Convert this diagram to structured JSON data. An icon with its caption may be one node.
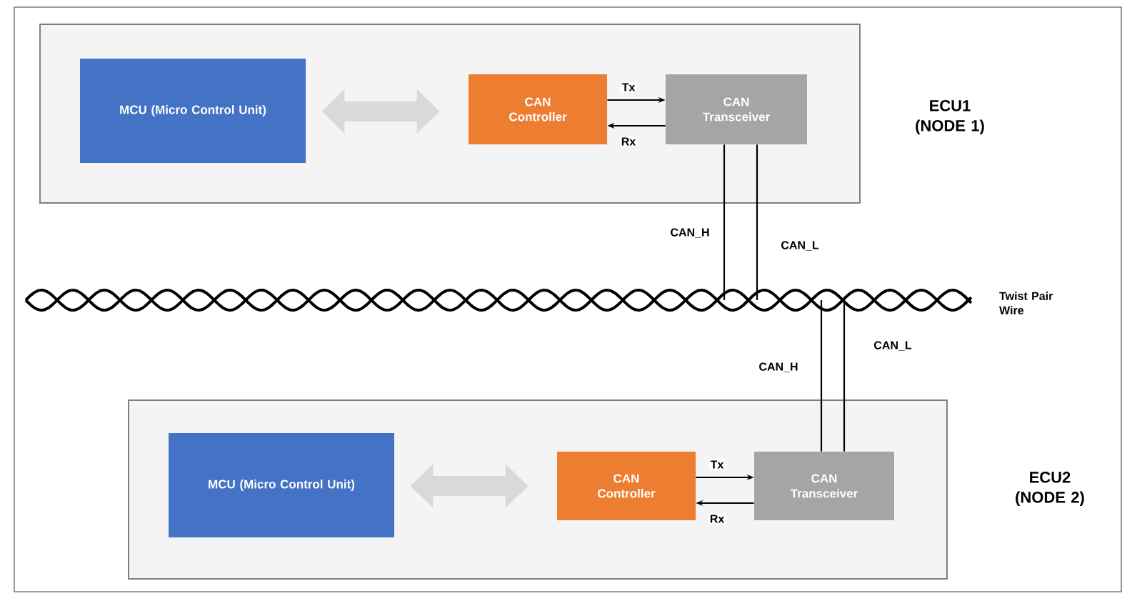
{
  "diagram": {
    "nodes": [
      {
        "text": [
          "ECU1 (NODE 1)"
        ]
      },
      {
        "text": [
          "MCU (Micro Control Unit)"
        ],
        "in": 0
      },
      {
        "text": [
          "CAN Controller"
        ],
        "in": 0
      },
      {
        "text": [
          "CAN Transceiver"
        ],
        "in": 0
      },
      {
        "text": [
          "ECU2 (NODE 2)"
        ]
      },
      {
        "text": [
          "MCU (Micro Control Unit)"
        ],
        "in": 4
      },
      {
        "text": [
          "CAN Controller"
        ],
        "in": 4
      },
      {
        "text": [
          "CAN Transceiver"
        ],
        "in": 4
      },
      {
        "text": [],
        "shape": "picture",
        "beside": [
          "Twist Pair Wire"
        ]
      }
    ],
    "edges": [
      {
        "from": 1,
        "to": 2,
        "arrow": "both",
        "style": "thick",
        "color": "#d9d9d9"
      },
      {
        "from": 2,
        "to": 3,
        "arrow": "to",
        "label": "Tx"
      },
      {
        "from": 3,
        "to": 2,
        "arrow": "to",
        "label": "Rx"
      },
      {
        "from": 3,
        "to": 8,
        "arrow": "none",
        "label": "CAN_H"
      },
      {
        "from": 3,
        "to": 8,
        "arrow": "none",
        "label": "CAN_L"
      },
      {
        "from": 5,
        "to": 6,
        "arrow": "both",
        "style": "thick",
        "color": "#d9d9d9"
      },
      {
        "from": 6,
        "to": 7,
        "arrow": "to",
        "label": "Tx"
      },
      {
        "from": 7,
        "to": 6,
        "arrow": "to",
        "label": "Rx"
      },
      {
        "from": 7,
        "to": 8,
        "arrow": "none",
        "label": "CAN_H"
      },
      {
        "from": 7,
        "to": 8,
        "arrow": "none",
        "label": "CAN_L"
      }
    ]
  }
}
